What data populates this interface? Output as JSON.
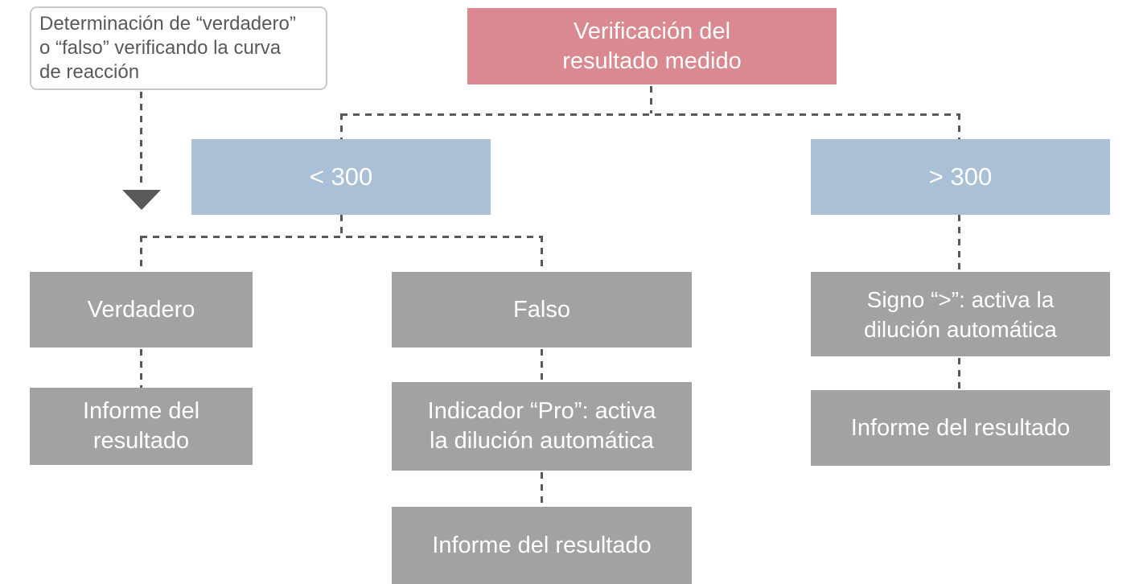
{
  "colors": {
    "pink": "#d9898f",
    "blue": "#a9c0d7",
    "gray": "#a2a2a2",
    "line": "#58595b",
    "note_border": "#c9c9c9",
    "text_on_fill": "#ffffff",
    "note_text": "#58595b"
  },
  "nodes": {
    "note": {
      "lines": [
        "Determinación de “verdadero”",
        "o “falso” verificando la curva",
        "de reacción"
      ]
    },
    "root": {
      "lines": [
        "Verificación del",
        "resultado medido"
      ]
    },
    "lt300": {
      "lines": [
        "< 300"
      ]
    },
    "gt300": {
      "lines": [
        "> 300"
      ]
    },
    "verdadero": {
      "lines": [
        "Verdadero"
      ]
    },
    "falso": {
      "lines": [
        "Falso"
      ]
    },
    "signo": {
      "lines": [
        "Signo “>”: activa la",
        "dilución automática"
      ]
    },
    "informe_left": {
      "lines": [
        "Informe del",
        "resultado"
      ]
    },
    "indicador": {
      "lines": [
        "Indicador “Pro”: activa",
        "la dilución automática"
      ]
    },
    "informe_right": {
      "lines": [
        "Informe del resultado"
      ]
    },
    "informe_bottom": {
      "lines": [
        "Informe del resultado"
      ]
    }
  }
}
